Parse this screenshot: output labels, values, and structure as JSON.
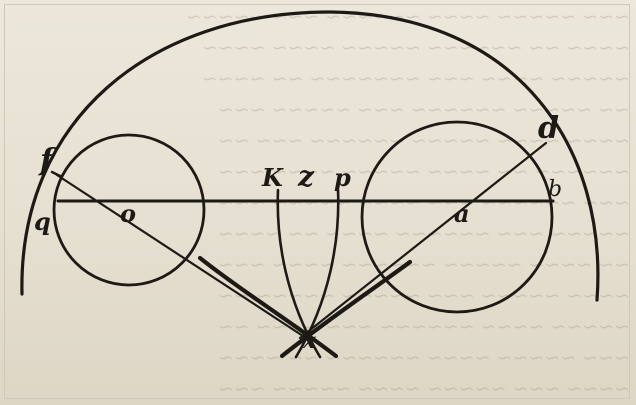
{
  "labels": {
    "f": "f",
    "q": "q",
    "o": "o",
    "K": "K",
    "z": "z",
    "p": "p",
    "a": "a",
    "d": "d",
    "b": "b",
    "x": "x"
  }
}
